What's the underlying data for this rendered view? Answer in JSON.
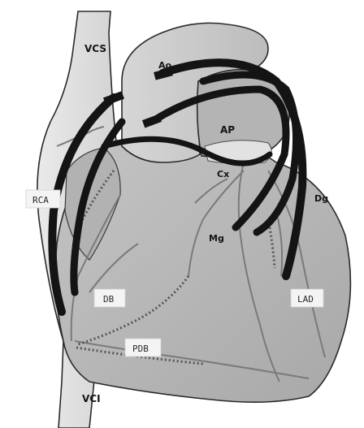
{
  "labels": {
    "vcs": "VCS",
    "ao": "Ao",
    "ap": "AP",
    "cx": "Cx",
    "dg": "Dg",
    "mg": "Mg",
    "rca": "RCA",
    "db": "DB",
    "lad": "LAD",
    "pdb": "PDB",
    "vci": "VCI"
  },
  "colors": {
    "graft": "#141414",
    "vessel": "#8a8a8a",
    "heart": "#b8b8b8",
    "vena_cava": "#dcdcdc"
  }
}
